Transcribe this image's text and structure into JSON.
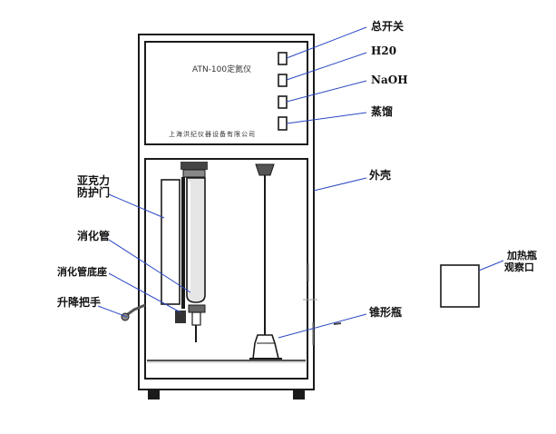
{
  "panel": {
    "model_label": "ATN-100定氮仪",
    "company_label": "上海洪纪仪器设备有限公司"
  },
  "labels": {
    "main_switch": "总开关",
    "h2o": "H20",
    "naoh": "NaOH",
    "distill": "蒸馏",
    "shell": "外壳",
    "acrylic_door_line1": "亚克力",
    "acrylic_door_line2": "防护门",
    "digestion_tube": "消化管",
    "digestion_tube_base": "消化管底座",
    "lift_handle": "升降把手",
    "conical_flask": "锥形瓶",
    "heating_window_line1": "加热瓶",
    "heating_window_line2": "观察口"
  },
  "colors": {
    "outline": "#1a1a1a",
    "leader": "#2b47c2",
    "glass": "#d9d9d9"
  }
}
